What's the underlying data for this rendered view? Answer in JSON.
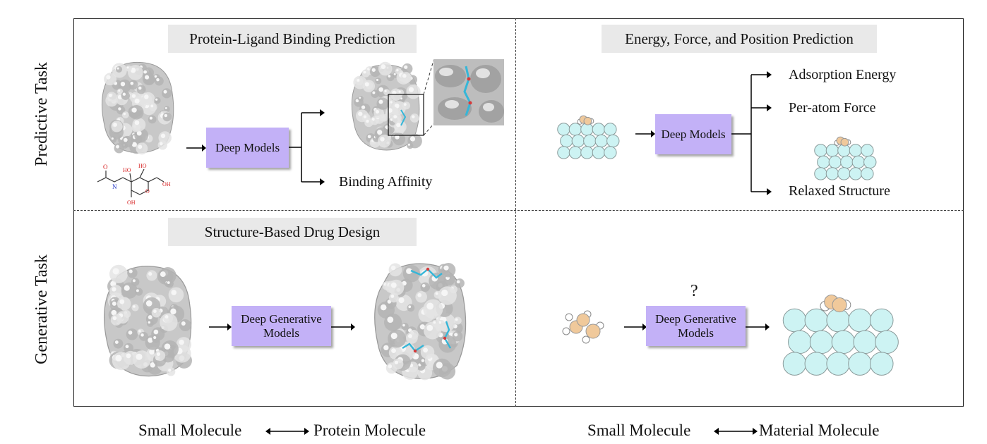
{
  "row_labels": {
    "top": "Predictive Task",
    "bottom": "Generative Task"
  },
  "panels": {
    "top_left": {
      "title": "Protein-Ligand Binding Prediction",
      "model": "Deep Models",
      "output_affinity": "Binding Affinity",
      "ligand_atoms": [
        "N",
        "O",
        "HO",
        "HO",
        "O",
        "OH",
        "OH"
      ]
    },
    "top_right": {
      "title": "Energy, Force, and Position Prediction",
      "model": "Deep Models",
      "outputs": [
        "Adsorption Energy",
        "Per-atom Force",
        "Relaxed Structure"
      ]
    },
    "bottom_left": {
      "title": "Structure-Based Drug Design",
      "model": "Deep Generative\nModels"
    },
    "bottom_right": {
      "model": "Deep Generative\nModels",
      "question": "?"
    }
  },
  "axis": {
    "left": {
      "from": "Small Molecule",
      "to": "Protein Molecule"
    },
    "right": {
      "from": "Small Molecule",
      "to": "Material Molecule"
    }
  },
  "colors": {
    "model_box": "#c3b1f7",
    "title_box": "#e9e9e9",
    "material_atom": "#cdf3f3",
    "adsorbate_atom": "#f0c99b",
    "protein_surface": "#c8c8c8"
  }
}
